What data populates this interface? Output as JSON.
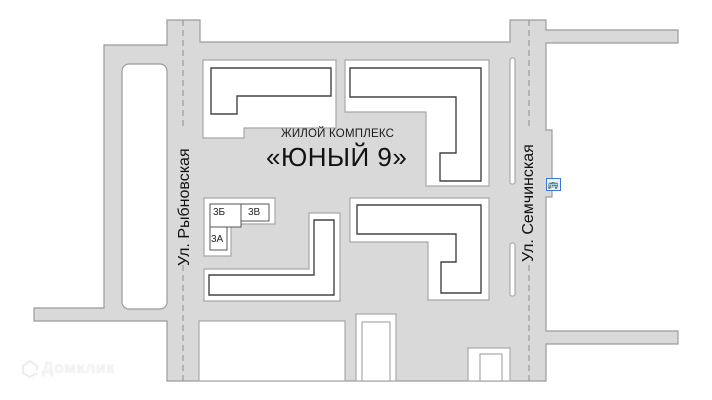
{
  "map": {
    "complex_subtitle": "ЖИЛОЙ КОМПЛЕКС",
    "complex_title": "«ЮНЫЙ 9»",
    "streets": {
      "west": "Ул. Рыбновская",
      "east": "Ул. Семчинская"
    },
    "buildings": {
      "b3a": "3А",
      "b3b": "3Б",
      "b3v": "3В"
    },
    "bus_stop_icon": "bus-icon",
    "watermark": "Домклик",
    "colors": {
      "road": "#d9d9d9",
      "road_stroke": "#9b9b9b",
      "building_stroke": "#444444",
      "bus_stop": "#3a78d8",
      "background": "#ffffff"
    }
  }
}
